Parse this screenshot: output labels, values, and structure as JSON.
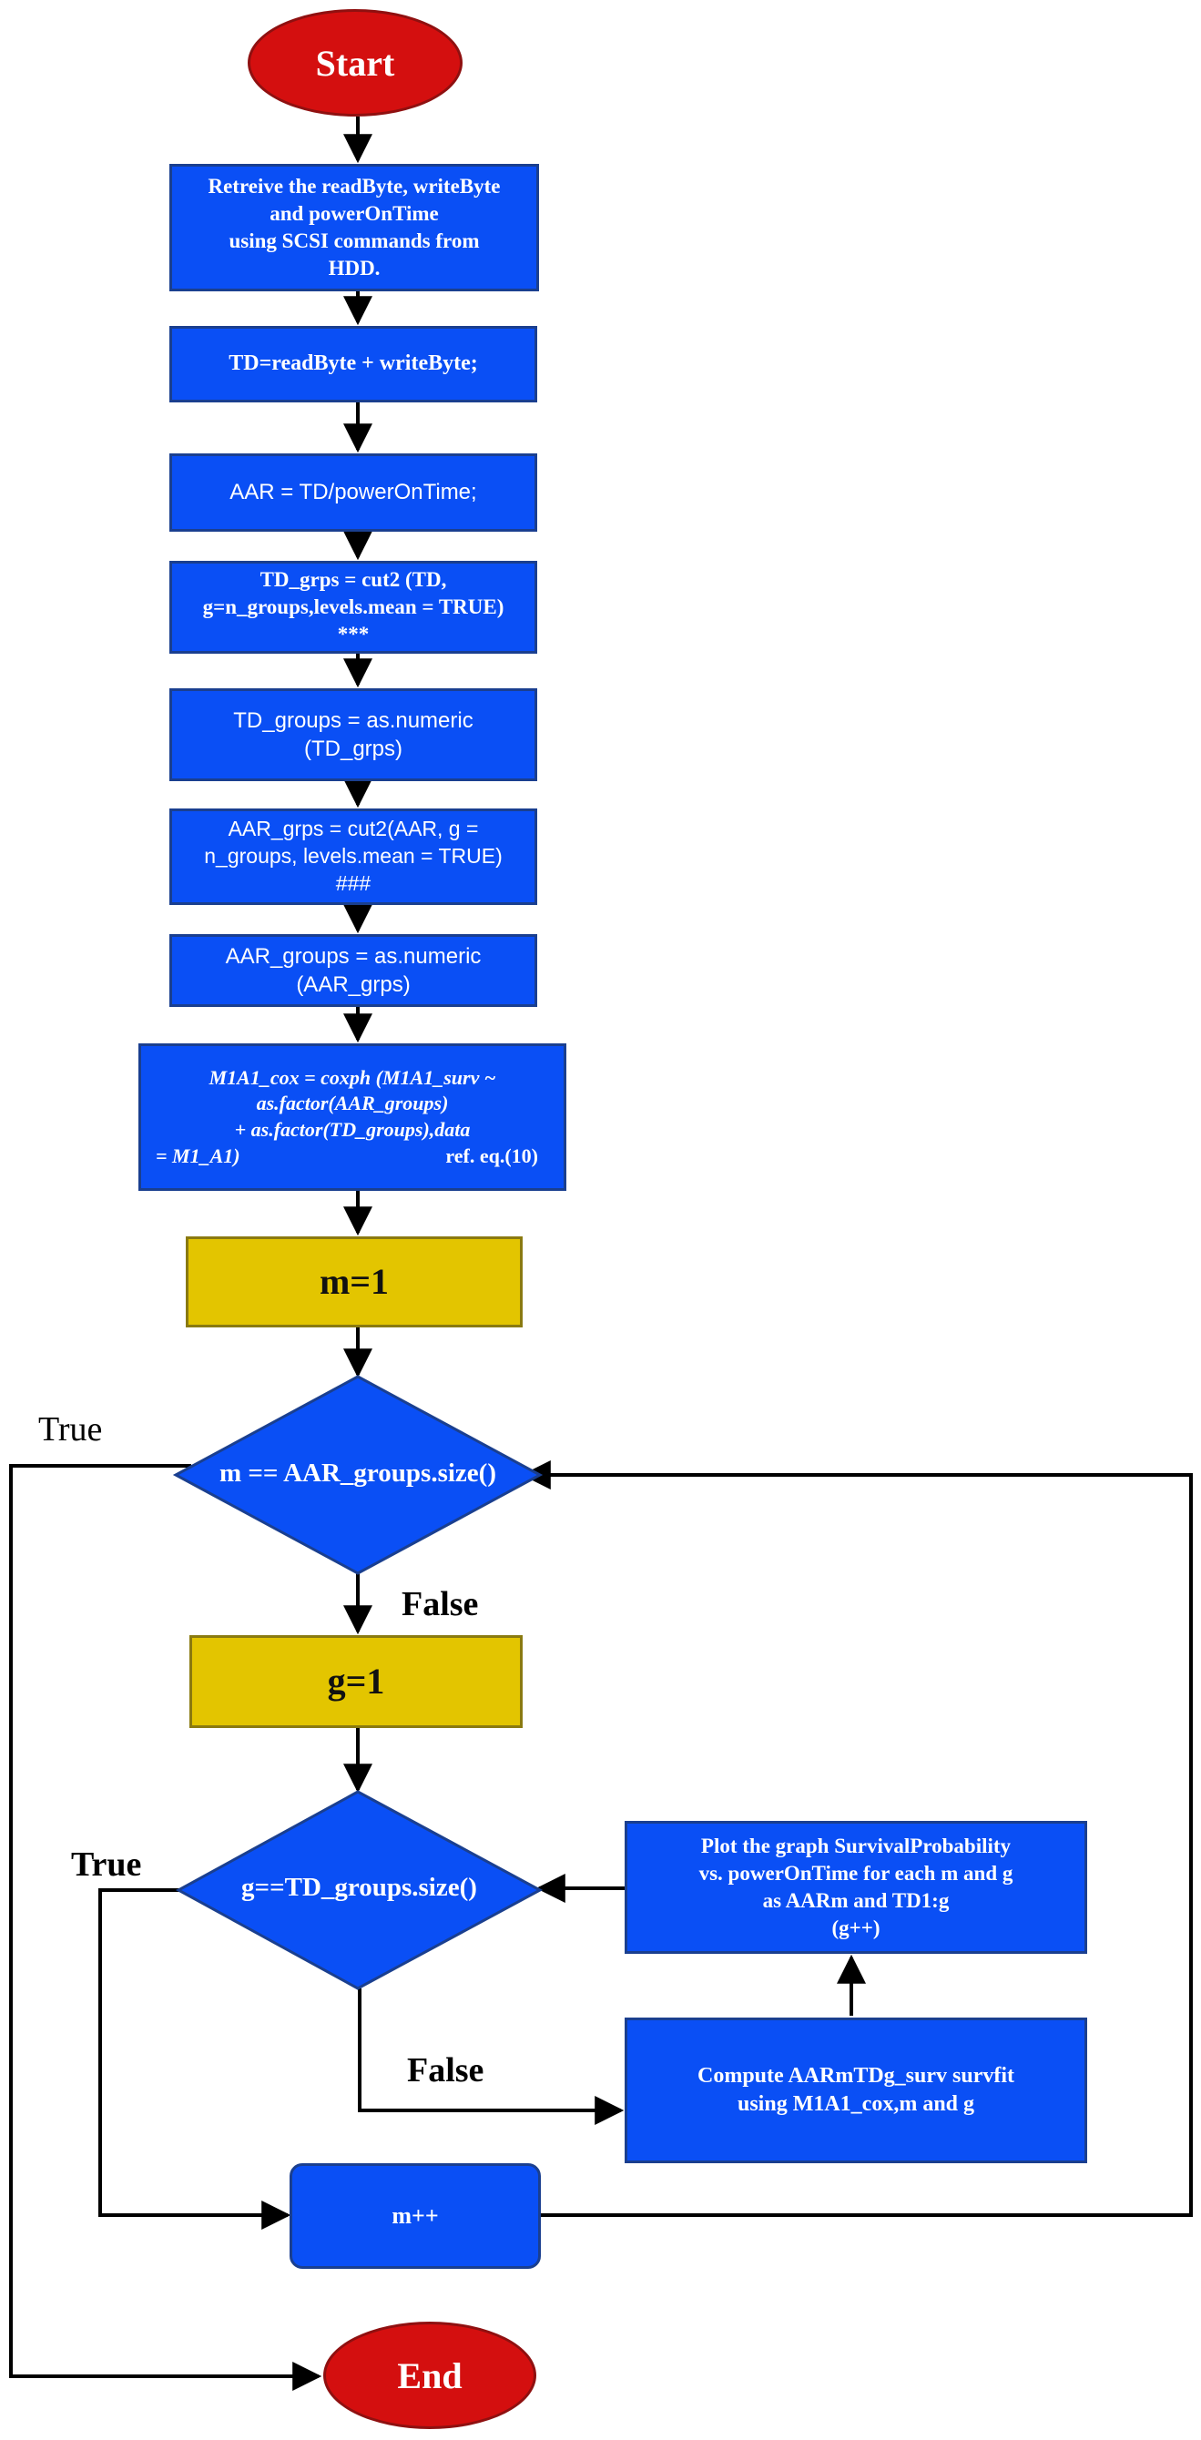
{
  "flowchart": {
    "start": "Start",
    "end": "End",
    "step_retrieve": "Retreive the readByte, writeByte\nand powerOnTime\nusing SCSI commands from\nHDD.",
    "step_td": "TD=readByte + writeByte;",
    "step_aar": "AAR = TD/powerOnTime;",
    "step_td_grps": "TD_grps = cut2 (TD,\ng=n_groups,levels.mean = TRUE)\n***",
    "step_td_groups": "TD_groups = as.numeric\n(TD_grps)",
    "step_aar_grps": "AAR_grps = cut2(AAR, g =\nn_groups, levels.mean = TRUE)\n###",
    "step_aar_groups": "AAR_groups = as.numeric\n(AAR_grps)",
    "step_coxph": {
      "line1": "M1A1_cox = coxph (M1A1_surv ~",
      "line2": "as.factor(AAR_groups)",
      "line3": "+ as.factor(TD_groups),data",
      "line4": "= M1_A1)",
      "ref": "ref. eq.(10)"
    },
    "init_m": "m=1",
    "decision_m": "m == AAR_groups.size()",
    "init_g": "g=1",
    "decision_g": "g==TD_groups.size()",
    "step_compute": "Compute AARmTDg_surv survfit\nusing M1A1_cox,m and g",
    "step_plot": "Plot the graph SurvivalProbability\nvs. powerOnTime for each m and g\nas AARm and TD1:g\n(g++)",
    "step_increment": "m++",
    "label_true_outer": "True",
    "label_false_m": "False",
    "label_true_inner": "True",
    "label_false_g": "False"
  },
  "colors": {
    "process_blue": "#0a4ff5",
    "init_yellow": "#e3c500",
    "terminal_red": "#d40f0f",
    "arrow": "#000000"
  }
}
